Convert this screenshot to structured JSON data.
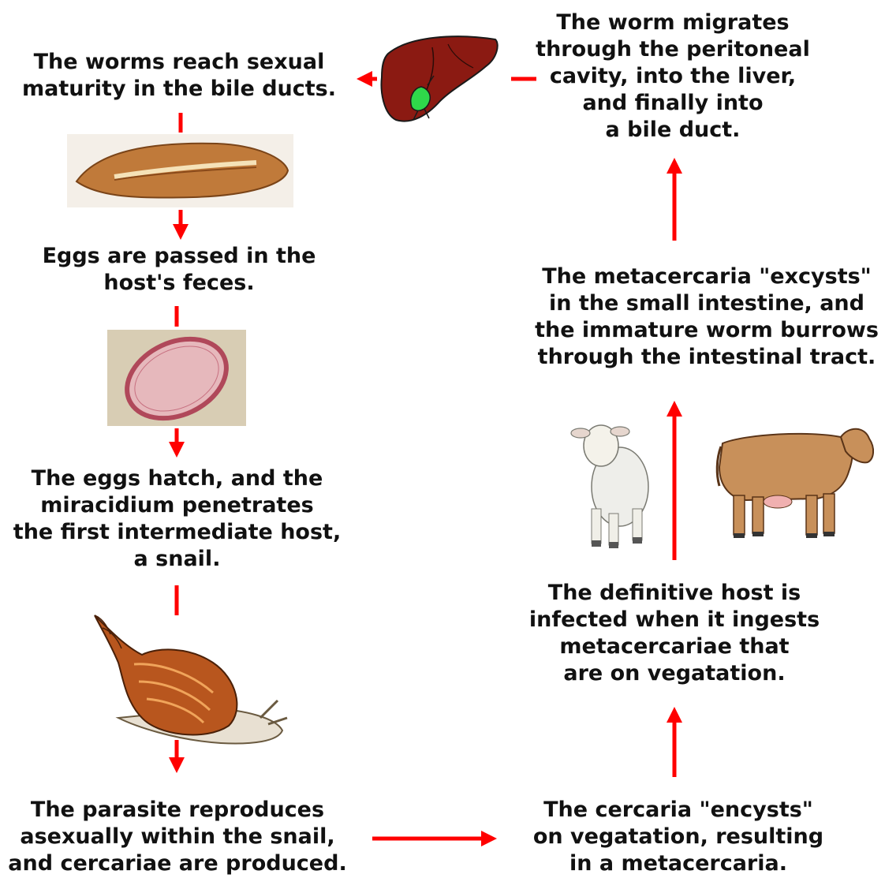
{
  "colors": {
    "arrow": "#ff0000",
    "text": "#111111",
    "background": "#ffffff"
  },
  "steps": {
    "maturity": {
      "lines": [
        "The worms reach sexual",
        "maturity in the bile ducts."
      ]
    },
    "eggs": {
      "lines": [
        "Eggs are passed in the",
        "host's feces."
      ]
    },
    "hatch": {
      "lines": [
        "The eggs hatch, and the",
        "miracidium penetrates",
        "the first intermediate host,",
        "a snail."
      ]
    },
    "reproduce": {
      "lines": [
        "The parasite reproduces",
        "asexually within the snail,",
        "and cercariae are produced."
      ]
    },
    "encysts": {
      "lines": [
        "The cercaria \"encysts\"",
        "on vegatation, resulting",
        "in a metacercaria."
      ]
    },
    "infected": {
      "lines": [
        "The definitive host is",
        "infected when it ingests",
        "metacercariae that",
        "are on vegatation."
      ]
    },
    "excysts": {
      "lines": [
        "The metacercaria \"excysts\"",
        "in the small intestine, and",
        "the immature worm burrows",
        "through the intestinal tract."
      ]
    },
    "migrates": {
      "lines": [
        "The worm migrates",
        "through the peritoneal",
        "cavity, into the liver,",
        "and finally into",
        "a bile duct."
      ]
    }
  },
  "icons": [
    "liver-illustration",
    "adult-fluke-photo",
    "egg-micrograph",
    "snail-illustration",
    "sheep-illustration",
    "cow-illustration"
  ]
}
